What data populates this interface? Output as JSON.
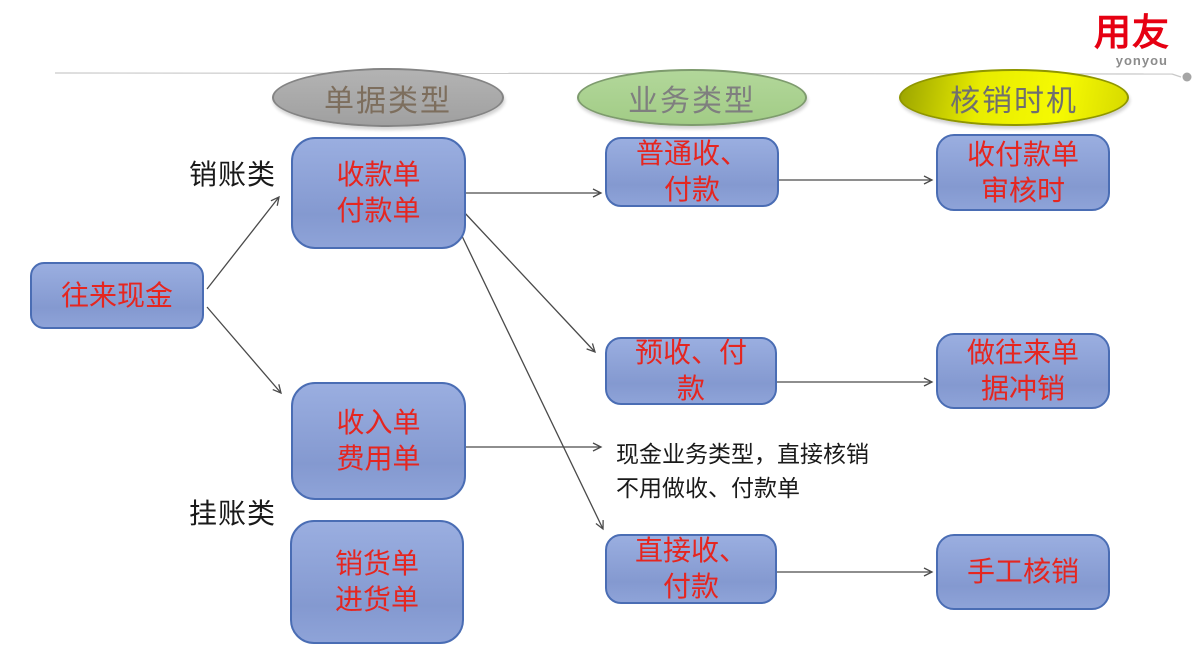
{
  "logo": {
    "brand": "用友",
    "sub": "yonyou"
  },
  "column_headers": [
    {
      "label": "单据类型"
    },
    {
      "label": "业务类型"
    },
    {
      "label": "核销时机"
    }
  ],
  "root_node": {
    "label": "往来现金"
  },
  "category_labels": [
    {
      "label": "销账类"
    },
    {
      "label": "挂账类"
    }
  ],
  "document_nodes": [
    {
      "line1": "收款单",
      "line2": "付款单"
    },
    {
      "line1": "收入单",
      "line2": "费用单"
    },
    {
      "line1": "销货单",
      "line2": "进货单"
    }
  ],
  "business_nodes": [
    {
      "line1": "普通收、",
      "line2": "付款"
    },
    {
      "line1": "预收、付",
      "line2": "款"
    },
    {
      "line1": "直接收、",
      "line2": "付款"
    }
  ],
  "timing_nodes": [
    {
      "line1": "收付款单",
      "line2": "审核时"
    },
    {
      "line1": "做往来单",
      "line2": "据冲销"
    },
    {
      "line1": "手工核销"
    }
  ],
  "note": {
    "line1": "现金业务类型，直接核销",
    "line2": "不用做收、付款单"
  },
  "colors": {
    "brand_red": "#e60012",
    "node_text_red": "#e52620",
    "node_fill": "#8fa4d8",
    "node_border": "#4a6db4",
    "header_gray": "#a6a6a6",
    "header_green": "#a9d18e",
    "header_yellow": "#f2f600",
    "arrow": "#4a4a4a"
  }
}
